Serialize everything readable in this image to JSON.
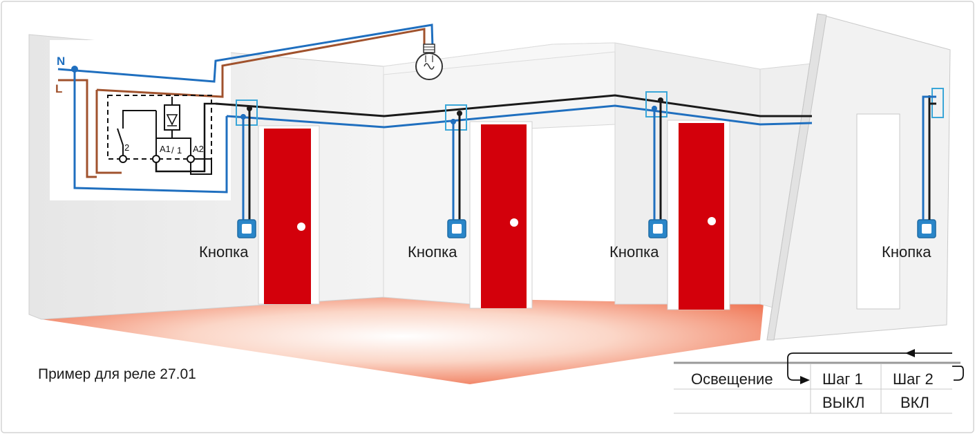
{
  "supply": {
    "n_label": "N",
    "l_label": "L"
  },
  "relay_terminals": {
    "t2": "2",
    "a1": "A1",
    "t1": "1",
    "a2": "A2",
    "sep": "/"
  },
  "button_label": "Кнопка",
  "caption": "Пример для реле 27.01",
  "table": {
    "row_label": "Освещение",
    "steps": [
      {
        "name": "Шаг 1",
        "state": "ВЫКЛ"
      },
      {
        "name": "Шаг 2",
        "state": "ВКЛ"
      }
    ]
  },
  "colors": {
    "neutral_wire": "#1f6fbf",
    "live_wire": "#a0522d",
    "control_wire": "#1a1a1a",
    "door": "#d3000b",
    "button": "#2a86c9",
    "wall": "#ececec",
    "floor": "#f07a5a"
  }
}
